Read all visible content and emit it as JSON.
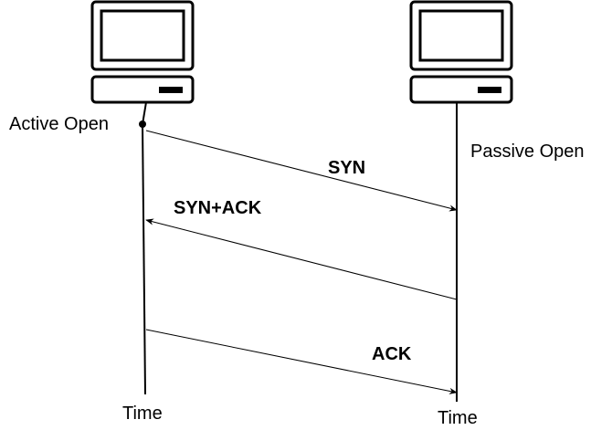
{
  "labels": {
    "active_open": "Active Open",
    "passive_open": "Passive Open",
    "time_left": "Time",
    "time_right": "Time"
  },
  "messages": [
    {
      "label": "SYN",
      "from": "client",
      "to": "server"
    },
    {
      "label": "SYN+ACK",
      "from": "server",
      "to": "client"
    },
    {
      "label": "ACK",
      "from": "client",
      "to": "server"
    }
  ],
  "icons": {
    "client": "computer-icon",
    "server": "computer-icon"
  },
  "colors": {
    "stroke": "#000000",
    "background": "#ffffff"
  }
}
